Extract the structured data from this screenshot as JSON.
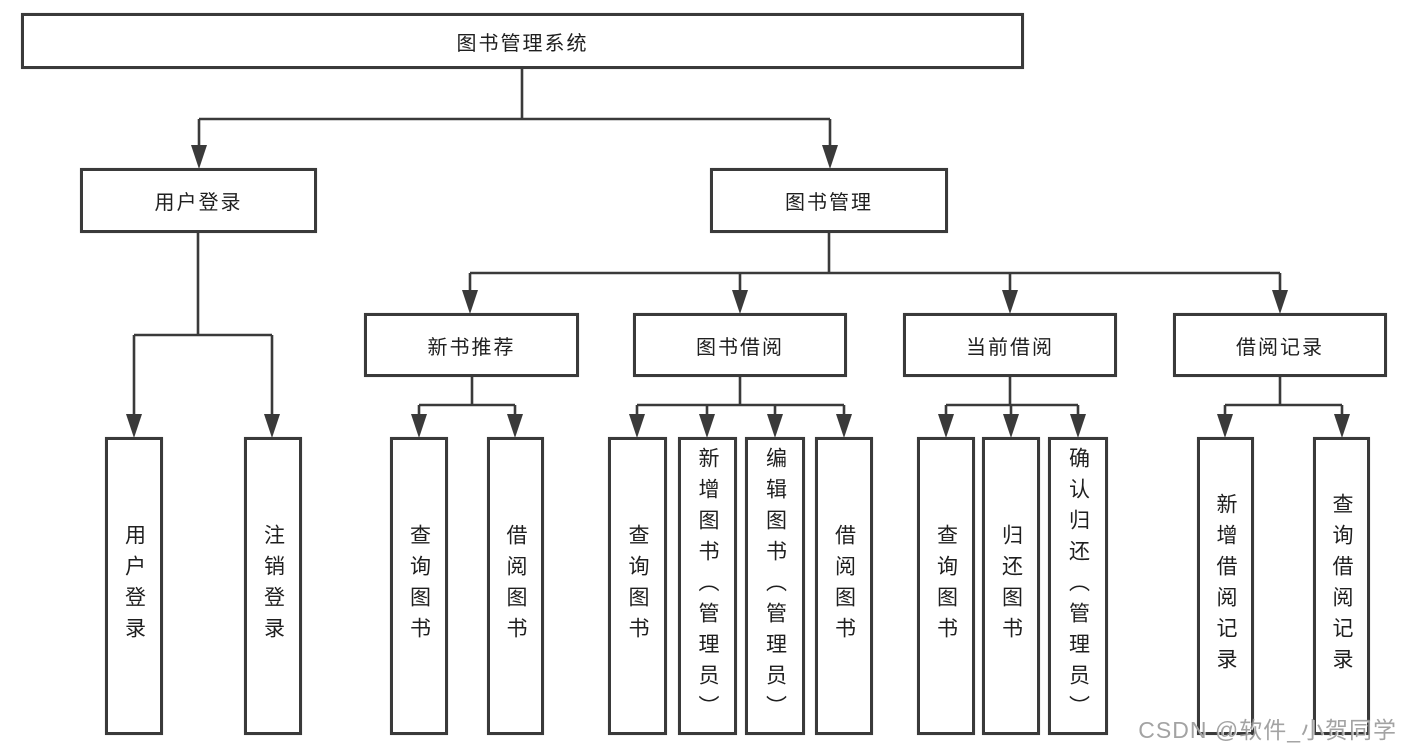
{
  "diagram": {
    "root": {
      "label": "图书管理系统"
    },
    "branches": [
      {
        "label": "用户登录",
        "children": [
          {
            "label": "用户登录"
          },
          {
            "label": "注销登录"
          }
        ]
      },
      {
        "label": "图书管理",
        "children": [
          {
            "label": "新书推荐",
            "children": [
              {
                "label": "查询图书"
              },
              {
                "label": "借阅图书"
              }
            ]
          },
          {
            "label": "图书借阅",
            "children": [
              {
                "label": "查询图书"
              },
              {
                "label": "新增图书（管理员）"
              },
              {
                "label": "编辑图书（管理员）"
              },
              {
                "label": "借阅图书"
              }
            ]
          },
          {
            "label": "当前借阅",
            "children": [
              {
                "label": "查询图书"
              },
              {
                "label": "归还图书"
              },
              {
                "label": "确认归还（管理员）"
              }
            ]
          },
          {
            "label": "借阅记录",
            "children": [
              {
                "label": "新增借阅记录"
              },
              {
                "label": "查询借阅记录"
              }
            ]
          }
        ]
      }
    ]
  },
  "watermark": {
    "text": "CSDN @软件_小贺同学"
  },
  "colors": {
    "line": "#3a3a3a",
    "box_border": "#3a3a3a",
    "text": "#1f1f1f",
    "watermark": "#969696",
    "background": "#ffffff"
  }
}
